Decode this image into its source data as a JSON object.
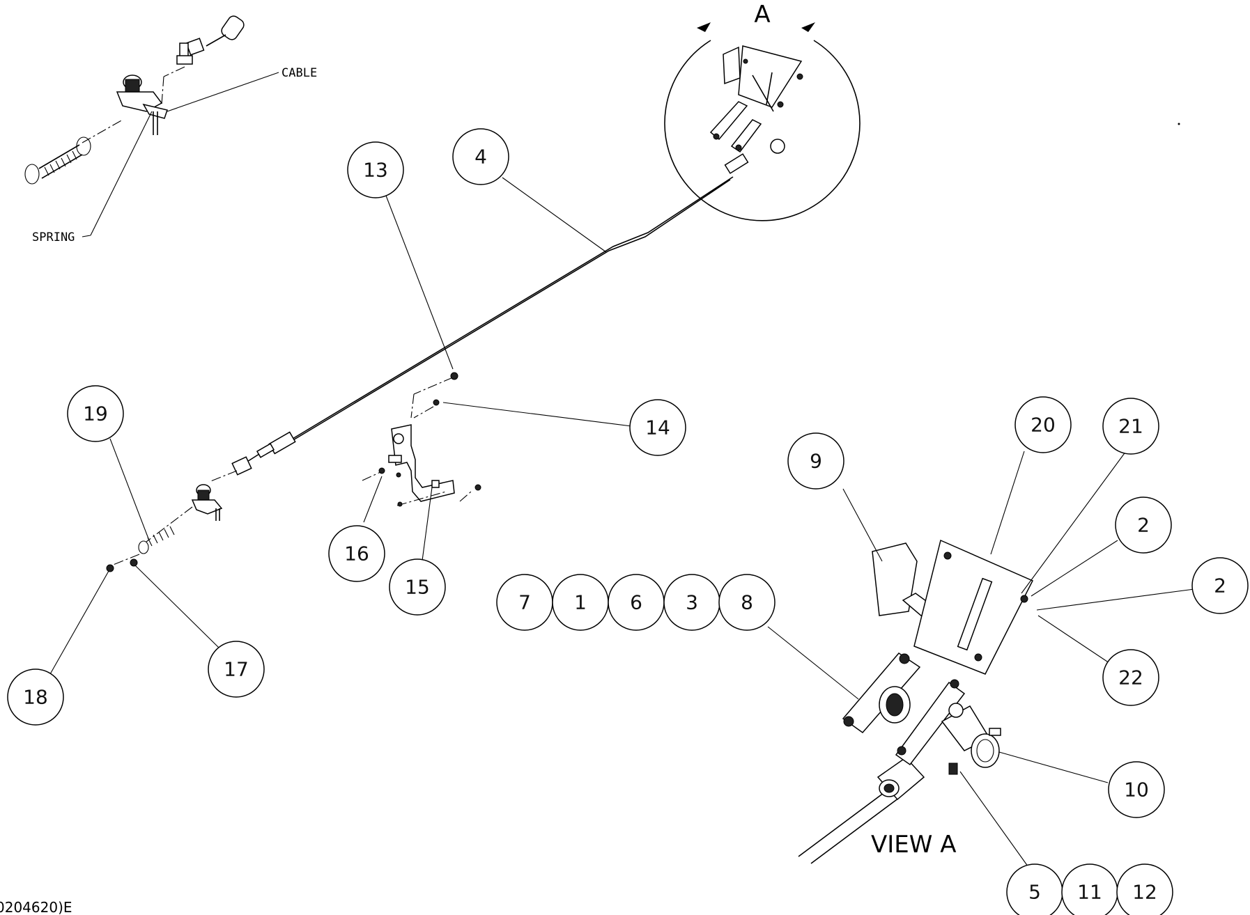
{
  "view_label_top": "A",
  "view_label_bottom": "VIEW A",
  "callouts": {
    "cable": "CABLE",
    "spring": "SPRING"
  },
  "balloons": {
    "b4": "4",
    "b13": "13",
    "b14": "14",
    "b15": "15",
    "b16": "16",
    "b17": "17",
    "b18": "18",
    "b19": "19",
    "b9": "9",
    "b20": "20",
    "b21": "21",
    "b2a": "2",
    "b2b": "2",
    "b22": "22",
    "b10": "10",
    "b7": "7",
    "b1": "1",
    "b6": "6",
    "b3": "3",
    "b8": "8",
    "b5": "5",
    "b11": "11",
    "b12": "12"
  },
  "drawing_number": "0204620)E"
}
